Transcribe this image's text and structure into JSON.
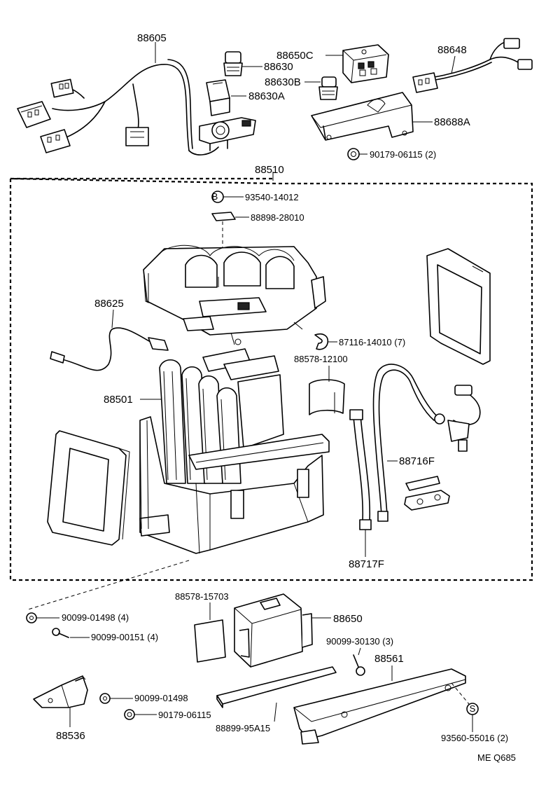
{
  "parts": {
    "harness_top": "88605",
    "relay_plug": "88630",
    "relay_box": "88650C",
    "relay_sub": "88630B",
    "relay_a": "88630A",
    "harness_right": "88648",
    "bracket_top": "88688A",
    "nut_top": "90179-06115 (2)",
    "unit_assy": "88510",
    "clamp_b": "93540-14012",
    "label_plate": "88898-28010",
    "sensor": "88625",
    "clip": "87116-14010 (7)",
    "foam_pad": "88578-12100",
    "evaporator": "88501",
    "tube_f": "88716F",
    "tube_lower": "88717F",
    "pad_small": "88578-15703",
    "amplifier": "88650",
    "screw_bracket": "90099-30130 (3)",
    "cover": "88561",
    "nut_a": "90099-01498 (4)",
    "screw_a": "90099-00151 (4)",
    "bracket_small": "88536",
    "nut_b": "90099-01498",
    "nut_c": "90179-06115",
    "seal_strip": "88899-95A15",
    "clamp_s": "93560-55016 (2)",
    "marker_b": "B",
    "marker_s": "S"
  },
  "diagram_code": "ME Q685"
}
